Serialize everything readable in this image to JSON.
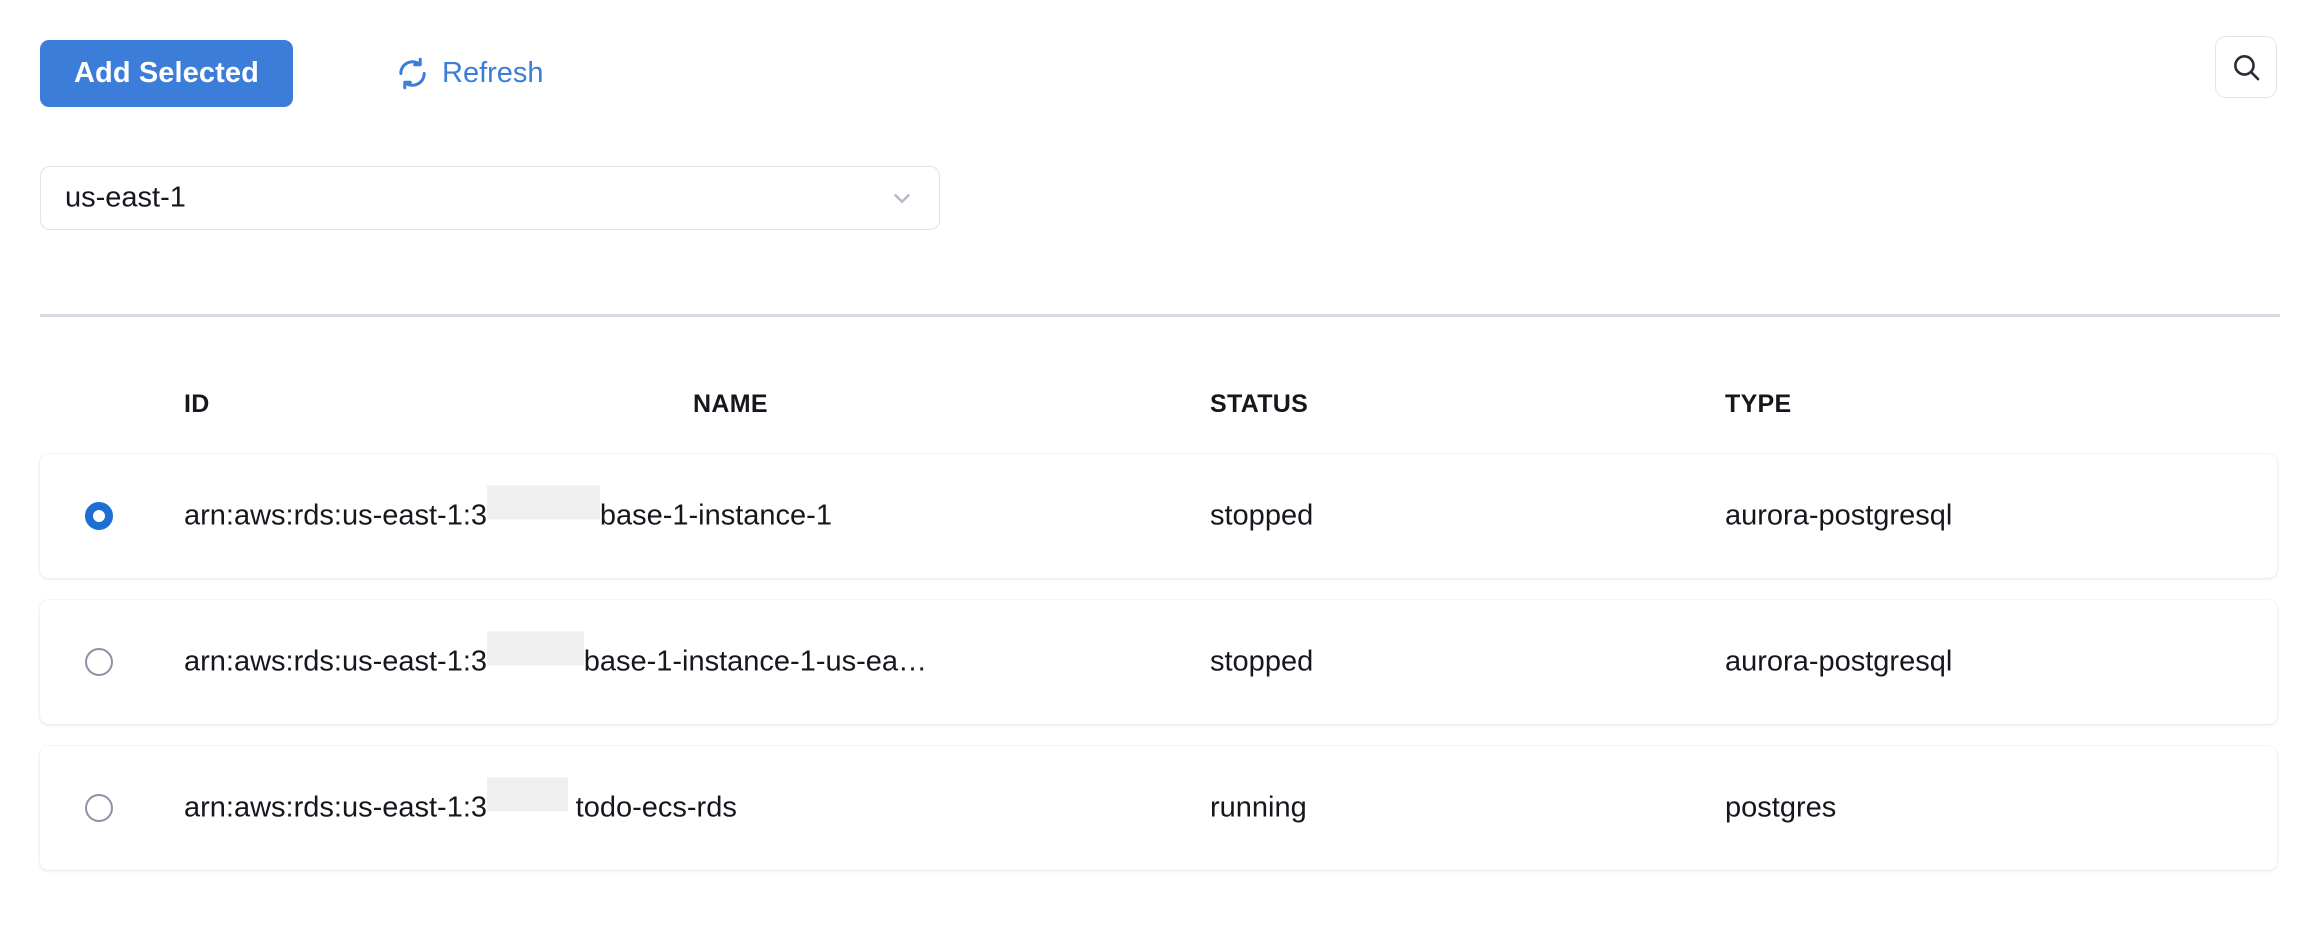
{
  "toolbar": {
    "add_selected_label": "Add Selected",
    "refresh_label": "Refresh",
    "refresh_icon": "refresh-icon",
    "search_icon": "search-icon",
    "accent_color": "#3b7dd8"
  },
  "region_select": {
    "value": "us-east-1",
    "chevron_icon": "chevron-down-icon"
  },
  "table": {
    "columns": [
      "ID",
      "NAME",
      "STATUS",
      "TYPE"
    ],
    "rows": [
      {
        "selected": true,
        "id_prefix": "arn:aws:rds:us-east-1:3",
        "id_redacted": "\u0000\u0000\u0000\u0000\u0000\u0000\u0000\u0000\u0000\u0000\u0000\u0000\u0000\u0000",
        "id_suffix": "base-1-instance-1",
        "status": "stopped",
        "type": "aurora-postgresql"
      },
      {
        "selected": false,
        "id_prefix": "arn:aws:rds:us-east-1:3",
        "id_redacted": "\u0000\u0000\u0000\u0000\u0000\u0000\u0000\u0000\u0000\u0000\u0000\u0000",
        "id_suffix": "base-1-instance-1-us-ea…",
        "status": "stopped",
        "type": "aurora-postgresql"
      },
      {
        "selected": false,
        "id_prefix": "arn:aws:rds:us-east-1:3",
        "id_redacted": "\u0000\u0000\u0000\u0000\u0000\u0000\u0000\u0000\u0000\u0000",
        "id_suffix": " todo-ecs-rds",
        "status": "running",
        "type": "postgres"
      }
    ]
  }
}
